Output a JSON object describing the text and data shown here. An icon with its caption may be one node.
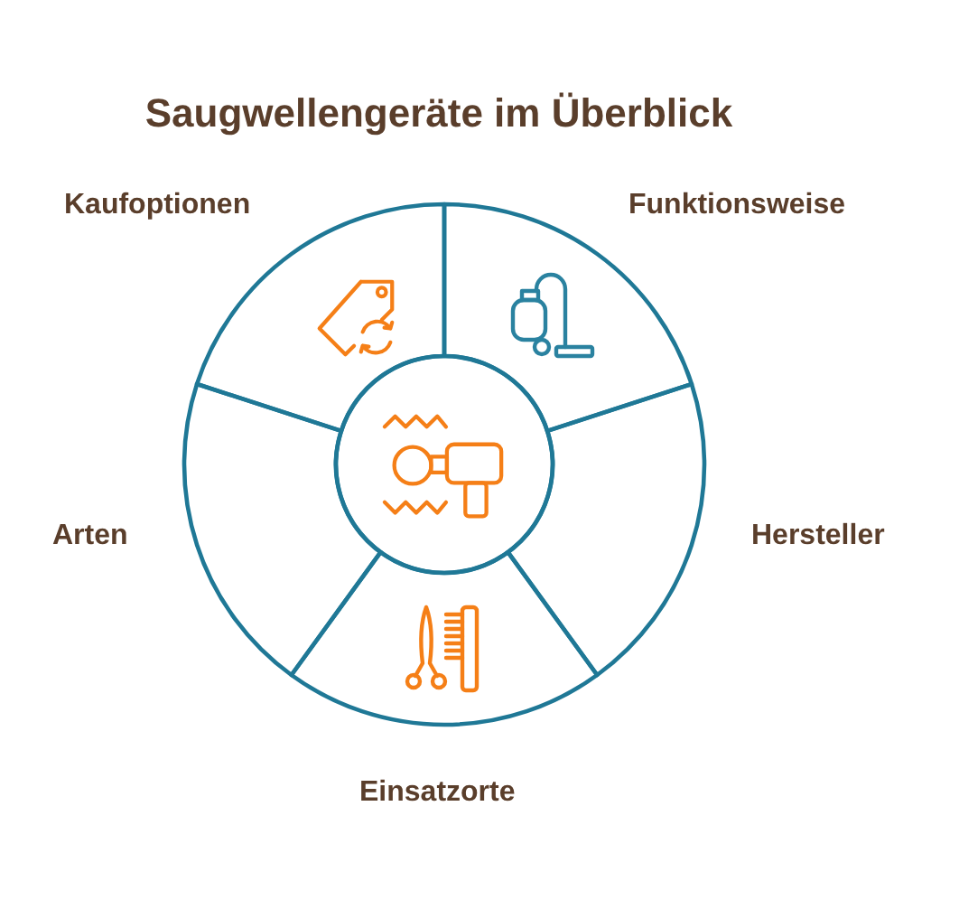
{
  "diagram": {
    "title": "Saugwellengeräte im Überblick",
    "nodes": [
      {
        "text": [
          "Kaufoptionen"
        ]
      },
      {
        "text": [
          "Funktionsweise"
        ]
      },
      {
        "text": [],
        "shape": "circle"
      },
      {
        "text": [
          "Arten"
        ]
      },
      {
        "text": [
          "Hersteller"
        ]
      },
      {
        "text": [
          "Einsatzorte"
        ]
      }
    ]
  }
}
